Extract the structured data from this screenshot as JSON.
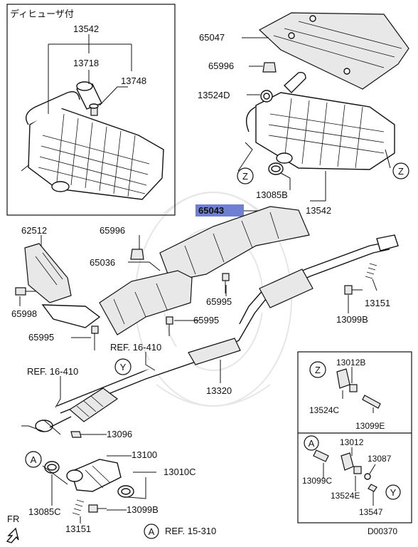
{
  "inset_top_left": {
    "header": "ディヒューザ付",
    "labels": [
      "13542",
      "13718",
      "13748"
    ]
  },
  "main": {
    "highlighted_part": "65043",
    "labels": [
      "65047",
      "65996",
      "13524D",
      "13085B",
      "13542",
      "62512",
      "65996",
      "65036",
      "65995",
      "65998",
      "65995",
      "65995",
      "13151",
      "13099B",
      "13320",
      "13096",
      "13100",
      "13010C",
      "13085C",
      "13099B",
      "13151"
    ],
    "references": [
      "REF. 16-410",
      "REF. 16-410",
      "REF. 15-310"
    ],
    "callouts": [
      "Z",
      "Z",
      "Y",
      "A"
    ]
  },
  "inset_bottom_right_upper": {
    "labels": [
      "13012B",
      "13524C",
      "13099E"
    ],
    "callout": "Z"
  },
  "inset_bottom_right_lower": {
    "labels": [
      "13012",
      "13087",
      "13099C",
      "13524E",
      "13547"
    ],
    "callouts": [
      "A",
      "Y"
    ]
  },
  "direction_label": "FR",
  "diagram_code": "D00370"
}
